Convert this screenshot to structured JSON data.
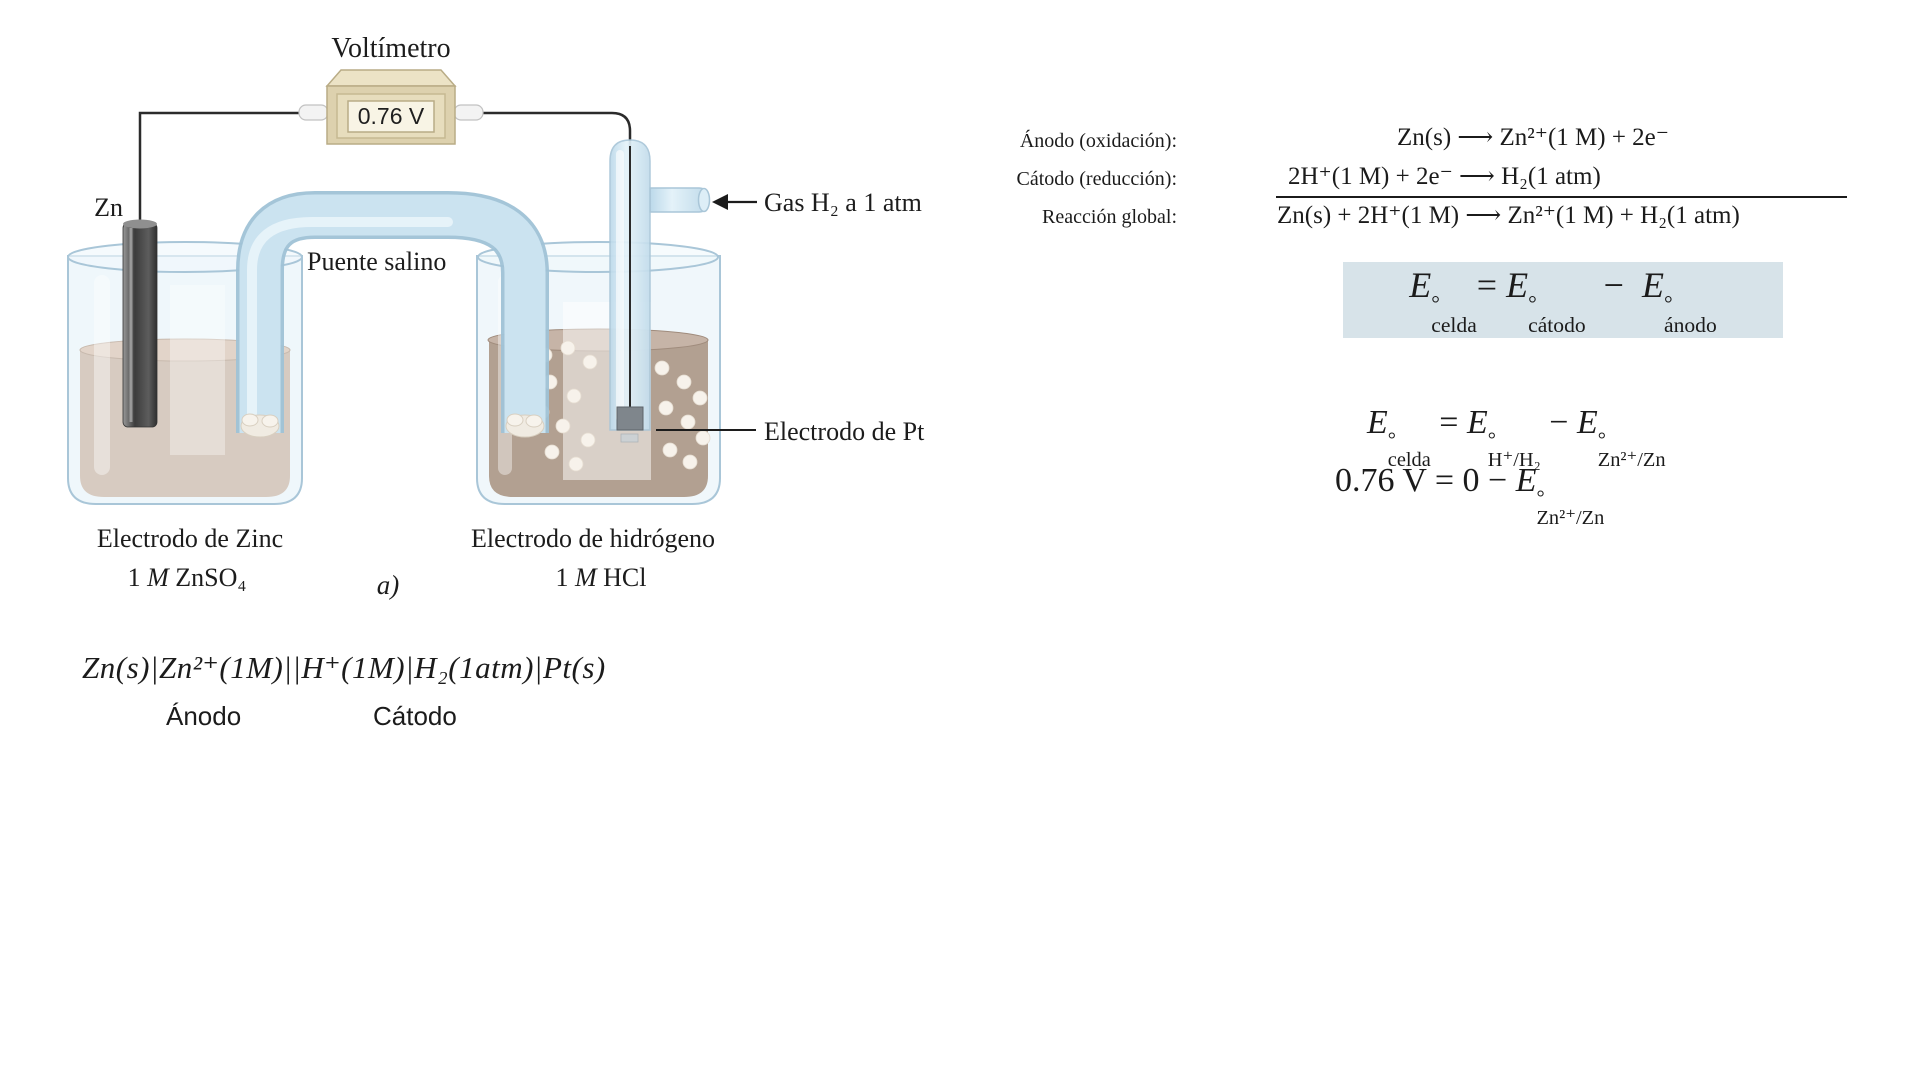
{
  "figure": {
    "voltmeter": {
      "title": "Voltímetro",
      "reading": "0.76 V"
    },
    "labels": {
      "zn": "Zn",
      "salt_bridge": "Puente salino",
      "gas": "Gas H₂ a 1 atm",
      "pt_electrode": "Electrodo de Pt",
      "left_electrode": "Electrodo de Zinc",
      "left_solution": {
        "pre": "1 ",
        "m": "M",
        "post": " ZnSO₄"
      },
      "marker": "a)",
      "right_electrode": "Electrodo de hidrógeno",
      "right_solution": {
        "pre": "1 ",
        "m": "M",
        "post": " HCl"
      }
    },
    "colors": {
      "salt_bridge": "#cbe3f0",
      "glass_edge": "#a9c6d8",
      "left_solution": "#d7cbc1",
      "right_solution": "#b2a091",
      "zn_rod": "#4f4f4f",
      "voltmeter_body": "#ddd1ae",
      "highlight_box": "#d7e3e9"
    }
  },
  "cell_notation": {
    "text": "Zn(s)|Zn²⁺(1M)||H⁺(1M)|H₂(1atm)|Pt(s)",
    "anode": "Ánodo",
    "cathode": "Cátodo"
  },
  "reactions": {
    "rows": [
      {
        "label": "Ánodo (oxidación):",
        "equation": "Zn(s) ⟶ Zn²⁺(1 M) + 2e⁻"
      },
      {
        "label": "Cátodo (reducción):",
        "equation": "2H⁺(1 M) + 2e⁻ ⟶ H₂(1 atm)"
      },
      {
        "label": "Reacción global:",
        "equation": "Zn(s) + 2H⁺(1 M) ⟶ Zn²⁺(1 M) + H₂(1 atm)"
      }
    ]
  },
  "formulas": {
    "boxed": [
      {
        "v": "E",
        "sup": "°",
        "sub": "celda"
      },
      {
        "t": "= "
      },
      {
        "v": "E",
        "sup": "°",
        "sub": "cátodo"
      },
      {
        "t": "  −  "
      },
      {
        "v": "E",
        "sup": "°",
        "sub": "ánodo"
      }
    ],
    "line1": [
      {
        "v": "E",
        "sup": "°",
        "sub": "celda"
      },
      {
        "t": " = "
      },
      {
        "v": "E",
        "sup": "°",
        "sub": "H⁺/H₂"
      },
      {
        "t": " − "
      },
      {
        "v": "E",
        "sup": "°",
        "sub": "Zn²⁺/Zn"
      }
    ],
    "line2": [
      {
        "t": "0.76 V = 0 − "
      },
      {
        "v": "E",
        "sup": "°",
        "sub": "Zn²⁺/Zn"
      }
    ]
  }
}
